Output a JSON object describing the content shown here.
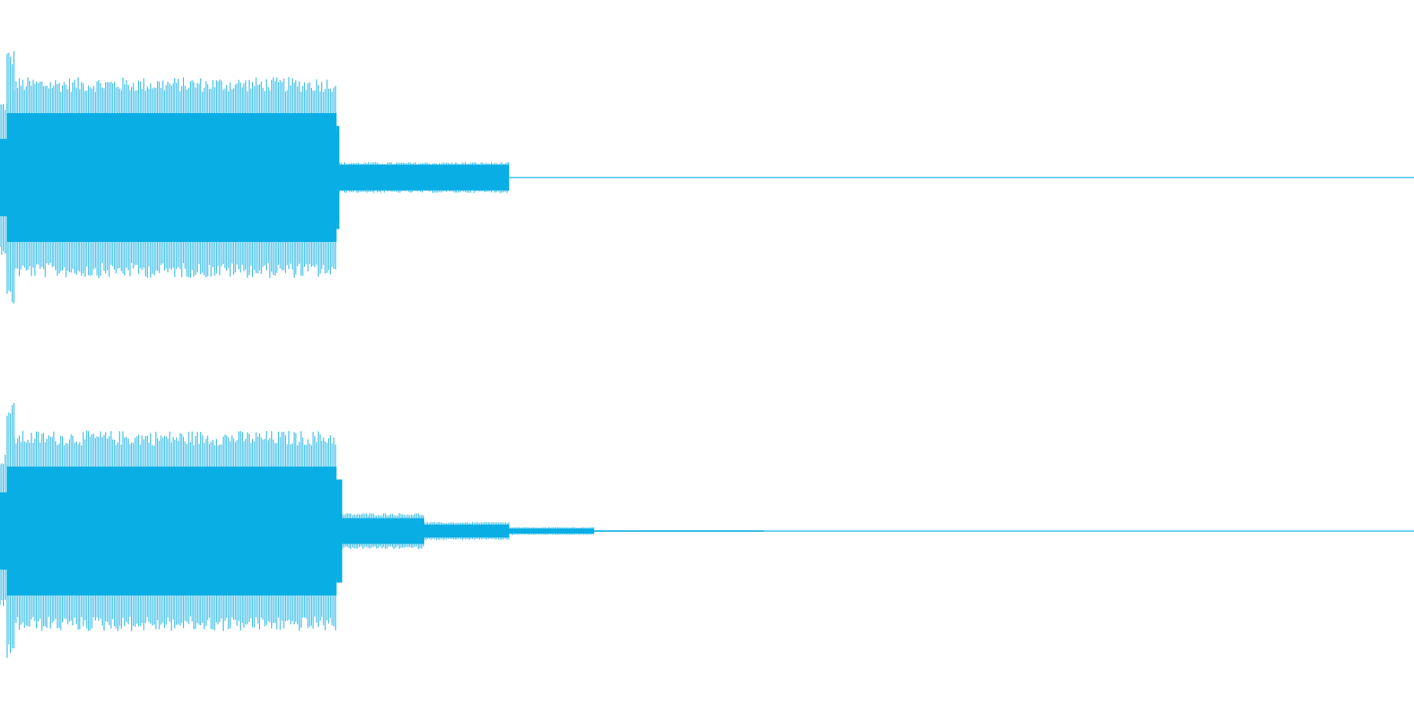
{
  "waveform": {
    "color": "#09aee4",
    "background": "#ffffff",
    "channels": [
      {
        "name": "channel-1",
        "duration_fraction": 1.0,
        "segments": [
          {
            "start": 0.0,
            "end": 0.005,
            "peak_top": 0.6,
            "peak_bottom": 0.6,
            "body": 0.3
          },
          {
            "start": 0.005,
            "end": 0.01,
            "peak_top": 1.0,
            "peak_bottom": 1.0,
            "body": 0.5
          },
          {
            "start": 0.01,
            "end": 0.238,
            "peak_top": 0.78,
            "peak_bottom": 0.78,
            "body": 0.5
          },
          {
            "start": 0.238,
            "end": 0.24,
            "peak_top": 0.4,
            "peak_bottom": 0.4,
            "body": 0.4
          },
          {
            "start": 0.24,
            "end": 0.36,
            "peak_top": 0.12,
            "peak_bottom": 0.12,
            "body": 0.1
          },
          {
            "start": 0.36,
            "end": 0.48,
            "peak_top": 0.003,
            "peak_bottom": 0.003,
            "body": 0.003
          }
        ]
      },
      {
        "name": "channel-2",
        "duration_fraction": 1.0,
        "segments": [
          {
            "start": 0.0,
            "end": 0.005,
            "peak_top": 0.6,
            "peak_bottom": 0.6,
            "body": 0.3
          },
          {
            "start": 0.005,
            "end": 0.01,
            "peak_top": 1.0,
            "peak_bottom": 1.0,
            "body": 0.5
          },
          {
            "start": 0.01,
            "end": 0.238,
            "peak_top": 0.78,
            "peak_bottom": 0.78,
            "body": 0.5
          },
          {
            "start": 0.238,
            "end": 0.242,
            "peak_top": 0.4,
            "peak_bottom": 0.4,
            "body": 0.4
          },
          {
            "start": 0.242,
            "end": 0.3,
            "peak_top": 0.14,
            "peak_bottom": 0.14,
            "body": 0.1
          },
          {
            "start": 0.3,
            "end": 0.36,
            "peak_top": 0.07,
            "peak_bottom": 0.07,
            "body": 0.05
          },
          {
            "start": 0.36,
            "end": 0.42,
            "peak_top": 0.03,
            "peak_bottom": 0.03,
            "body": 0.02
          },
          {
            "start": 0.42,
            "end": 0.54,
            "peak_top": 0.005,
            "peak_bottom": 0.005,
            "body": 0.005
          }
        ]
      }
    ]
  }
}
